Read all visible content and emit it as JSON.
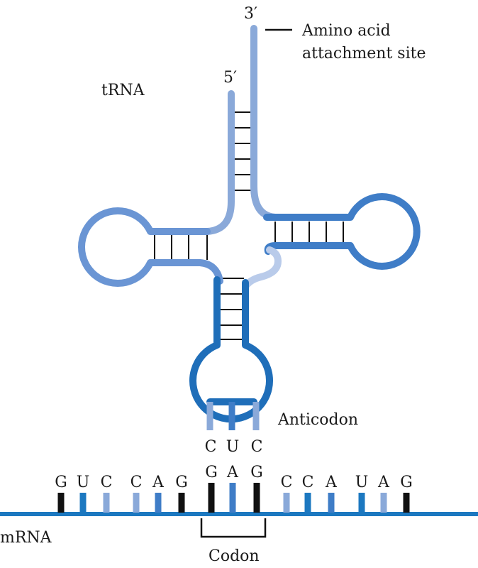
{
  "labels": {
    "three_prime": "3′",
    "five_prime": "5′",
    "trna": "tRNA",
    "amino_acid_line1": "Amino acid",
    "amino_acid_line2": "attachment site",
    "anticodon": "Anticodon",
    "mrna": "mRNA",
    "codon": "Codon"
  },
  "anticodon_bases": [
    "C",
    "U",
    "C"
  ],
  "mrna_bases": [
    "G",
    "U",
    "C",
    "C",
    "A",
    "G",
    "G",
    "A",
    "G",
    "C",
    "C",
    "A",
    "U",
    "A",
    "G"
  ],
  "colors": {
    "light": "#8aa9d9",
    "mid": "#5d8fd0",
    "main": "#3f7dc7",
    "dark": "#1f6eb9",
    "variable": "#b9cbea",
    "mrna": "#1c78c0",
    "black": "#111111"
  }
}
